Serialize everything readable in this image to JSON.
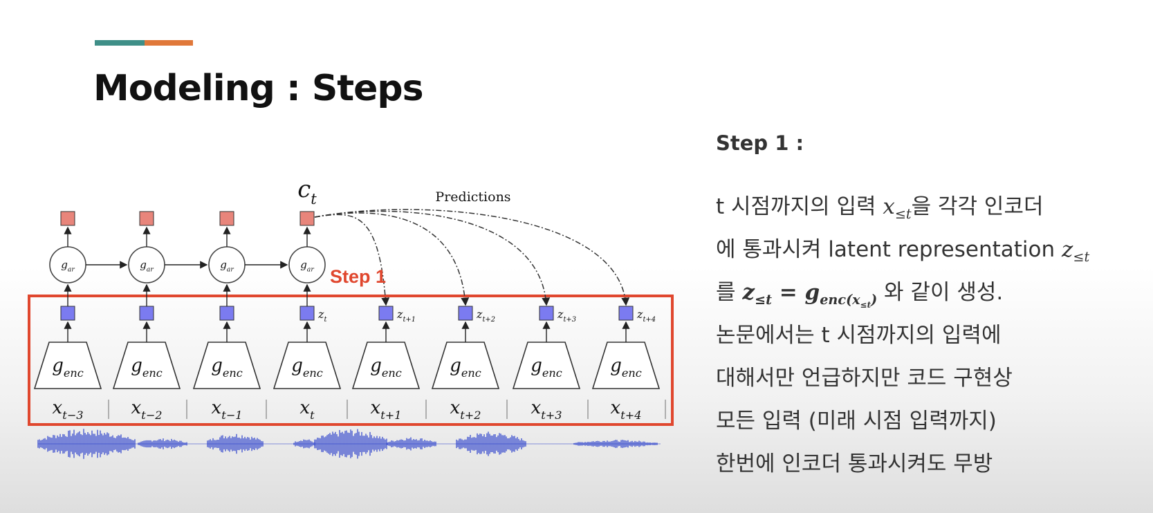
{
  "slide": {
    "title": "Modeling : Steps",
    "accent_colors": [
      "#3f8f88",
      "#e0783a"
    ]
  },
  "diagram": {
    "context_label": "c",
    "context_sub": "t",
    "predictions_label": "Predictions",
    "step_label": "Step 1",
    "ar_label": "g",
    "ar_sub": "ar",
    "enc_label": "g",
    "enc_sub": "enc",
    "inputs": [
      "t−3",
      "t−2",
      "t−1",
      "t",
      "t+1",
      "t+2",
      "t+3",
      "t+4"
    ],
    "latents": [
      {
        "index": 3,
        "sub": "t"
      },
      {
        "index": 4,
        "sub": "t+1"
      },
      {
        "index": 5,
        "sub": "t+2"
      },
      {
        "index": 6,
        "sub": "t+3"
      },
      {
        "index": 7,
        "sub": "t+4"
      }
    ],
    "colors": {
      "context_box": "#e8857b",
      "latent_box": "#7b7bf0",
      "step_frame": "#e0472e",
      "waveform": "#1d34c9"
    }
  },
  "explanation": {
    "heading": "Step 1 :",
    "line1_a": "t 시점까지의 입력 ",
    "line1_math": "x",
    "line1_sub": "≤t",
    "line1_b": "을 각각 인코더",
    "line2_a": "에 통과시켜 latent representation ",
    "line2_math": "z",
    "line2_sub": "≤t",
    "line3_a": "를 ",
    "line3_lhs": "z",
    "line3_lhs_sub": "≤t",
    "line3_eq": " = ",
    "line3_rhs": "g",
    "line3_rhs_sub": "enc(x",
    "line3_rhs_sub2": "≤t",
    "line3_rhs_close": ")",
    "line3_b": " 와 같이 생성.",
    "line4": "논문에서는 t 시점까지의 입력에",
    "line5": "대해서만 언급하지만 코드 구현상",
    "line6": "모든 입력 (미래 시점 입력까지)",
    "line7": "한번에 인코더 통과시켜도 무방"
  }
}
